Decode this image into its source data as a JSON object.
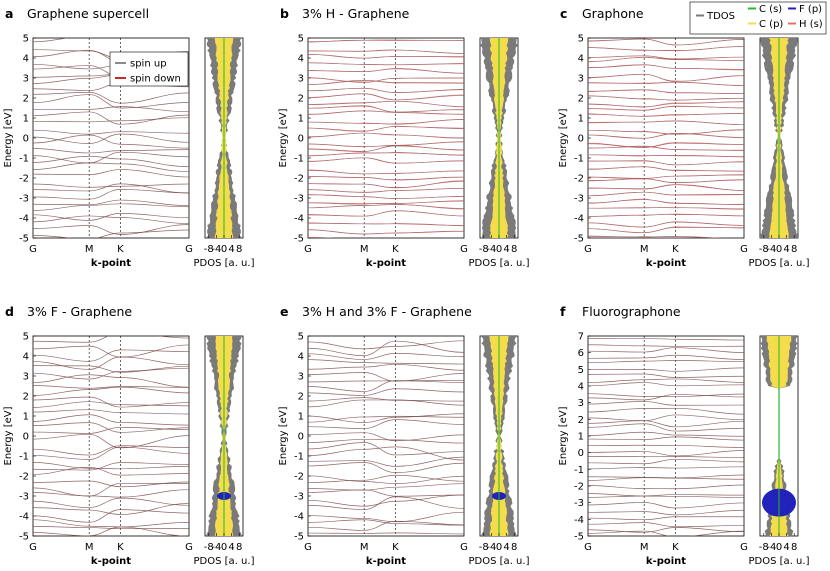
{
  "figure": {
    "x_ticks": [
      "G",
      "M",
      "K",
      "G"
    ],
    "band_xlabel": "k-point",
    "ylabel": "Energy [eV]",
    "pdos_xlabel": "PDOS [a. u.]",
    "pdos_ticks": [
      "-8",
      "-4",
      "0",
      "4",
      "8"
    ],
    "colors": {
      "tdos": "#7a7a7a",
      "spin_up": "#8a8a8a",
      "spin_down": "#cc2a2a",
      "band_line": "#7a4a4a",
      "c_s": "#22bb22",
      "c_p": "#f5dc4c",
      "f_p": "#2222bb",
      "h_s": "#ee6e6e"
    }
  },
  "legend_spin": {
    "up": "spin up",
    "down": "spin down"
  },
  "legend_pdos": {
    "tdos": "TDOS",
    "c_s": "C (s)",
    "c_p": "C (p)",
    "f_p": "F (p)",
    "h_s": "H (s)"
  },
  "chart_data": [
    {
      "type": "line",
      "panel": "a",
      "title": "Graphene supercell",
      "xlabel": "k-point",
      "ylabel": "Energy [eV]",
      "ylim": [
        -5,
        5
      ],
      "y_ticks": [
        -5,
        -4,
        -3,
        -2,
        -1,
        0,
        1,
        2,
        3,
        4,
        5
      ],
      "k_ticks": [
        "G",
        "M",
        "K",
        "G"
      ],
      "series": [
        {
          "name": "spin up",
          "values": []
        },
        {
          "name": "spin down",
          "values": []
        }
      ],
      "pdos": {
        "xlabel": "PDOS [a. u.]",
        "xlim": [
          -10,
          10
        ],
        "x_ticks": [
          -8,
          -4,
          0,
          4,
          8
        ],
        "components": [
          "TDOS",
          "C (s)",
          "C (p)"
        ]
      }
    },
    {
      "type": "line",
      "panel": "b",
      "title": "3% H - Graphene",
      "xlabel": "k-point",
      "ylabel": "Energy [eV]",
      "ylim": [
        -5,
        5
      ],
      "y_ticks": [
        -5,
        -4,
        -3,
        -2,
        -1,
        0,
        1,
        2,
        3,
        4,
        5
      ],
      "k_ticks": [
        "G",
        "M",
        "K",
        "G"
      ],
      "pdos": {
        "xlabel": "PDOS [a. u.]",
        "xlim": [
          -10,
          10
        ],
        "x_ticks": [
          -8,
          -4,
          0,
          4,
          8
        ],
        "components": [
          "TDOS",
          "C (s)",
          "C (p)",
          "H (s)"
        ]
      }
    },
    {
      "type": "line",
      "panel": "c",
      "title": "Graphone",
      "xlabel": "k-point",
      "ylabel": "Energy [eV]",
      "ylim": [
        -5,
        5
      ],
      "y_ticks": [
        -5,
        -4,
        -3,
        -2,
        -1,
        0,
        1,
        2,
        3,
        4,
        5
      ],
      "k_ticks": [
        "G",
        "M",
        "K",
        "G"
      ],
      "pdos": {
        "xlabel": "PDOS [a. u.]",
        "xlim": [
          -10,
          10
        ],
        "x_ticks": [
          -8,
          -4,
          0,
          4,
          8
        ],
        "components": [
          "TDOS",
          "C (s)",
          "C (p)",
          "H (s)"
        ]
      }
    },
    {
      "type": "line",
      "panel": "d",
      "title": "3% F - Graphene",
      "xlabel": "k-point",
      "ylabel": "Energy [eV]",
      "ylim": [
        -5,
        5
      ],
      "y_ticks": [
        -5,
        -4,
        -3,
        -2,
        -1,
        0,
        1,
        2,
        3,
        4,
        5
      ],
      "k_ticks": [
        "G",
        "M",
        "K",
        "G"
      ],
      "pdos": {
        "xlabel": "PDOS [a. u.]",
        "xlim": [
          -10,
          10
        ],
        "x_ticks": [
          -8,
          -4,
          0,
          4,
          8
        ],
        "components": [
          "TDOS",
          "C (s)",
          "C (p)",
          "F (p)"
        ]
      }
    },
    {
      "type": "line",
      "panel": "e",
      "title": "3% H and 3% F - Graphene",
      "xlabel": "k-point",
      "ylabel": "Energy [eV]",
      "ylim": [
        -5,
        5
      ],
      "y_ticks": [
        -5,
        -4,
        -3,
        -2,
        -1,
        0,
        1,
        2,
        3,
        4,
        5
      ],
      "k_ticks": [
        "G",
        "M",
        "K",
        "G"
      ],
      "pdos": {
        "xlabel": "PDOS [a. u.]",
        "xlim": [
          -10,
          10
        ],
        "x_ticks": [
          -8,
          -4,
          0,
          4,
          8
        ],
        "components": [
          "TDOS",
          "C (s)",
          "C (p)",
          "F (p)",
          "H (s)"
        ]
      }
    },
    {
      "type": "line",
      "panel": "f",
      "title": "Fluorographone",
      "xlabel": "k-point",
      "ylabel": "Energy [eV]",
      "ylim": [
        -5,
        7
      ],
      "y_ticks": [
        -5,
        -4,
        -3,
        -2,
        -1,
        0,
        1,
        2,
        3,
        4,
        5,
        6,
        7
      ],
      "k_ticks": [
        "G",
        "M",
        "K",
        "G"
      ],
      "pdos": {
        "xlabel": "PDOS [a. u.]",
        "xlim": [
          -10,
          10
        ],
        "x_ticks": [
          -8,
          -4,
          0,
          4,
          8
        ],
        "components": [
          "TDOS",
          "C (s)",
          "C (p)",
          "F (p)",
          "H (s)"
        ]
      }
    }
  ]
}
